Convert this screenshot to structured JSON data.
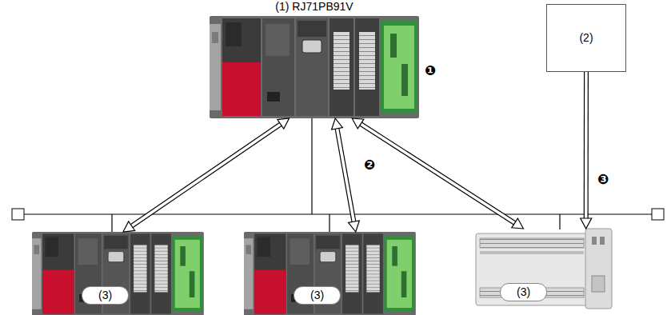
{
  "diagram": {
    "nodes": [
      {
        "text": [
          "(1) RJ71PB91V"
        ]
      },
      {
        "text": [
          "(2)"
        ]
      },
      {
        "text": [
          "(3)"
        ]
      },
      {
        "text": [
          "(3)"
        ]
      },
      {
        "text": [
          "(3)"
        ]
      }
    ],
    "edges": [
      {
        "from": 0,
        "to": 2,
        "arrow": "both"
      },
      {
        "from": 0,
        "to": 3,
        "arrow": "both"
      },
      {
        "from": 0,
        "to": 4,
        "arrow": "both"
      },
      {
        "from": 1,
        "to": 4,
        "arrow": "to"
      }
    ],
    "labels": [
      "❶",
      "❷",
      "❸"
    ]
  }
}
